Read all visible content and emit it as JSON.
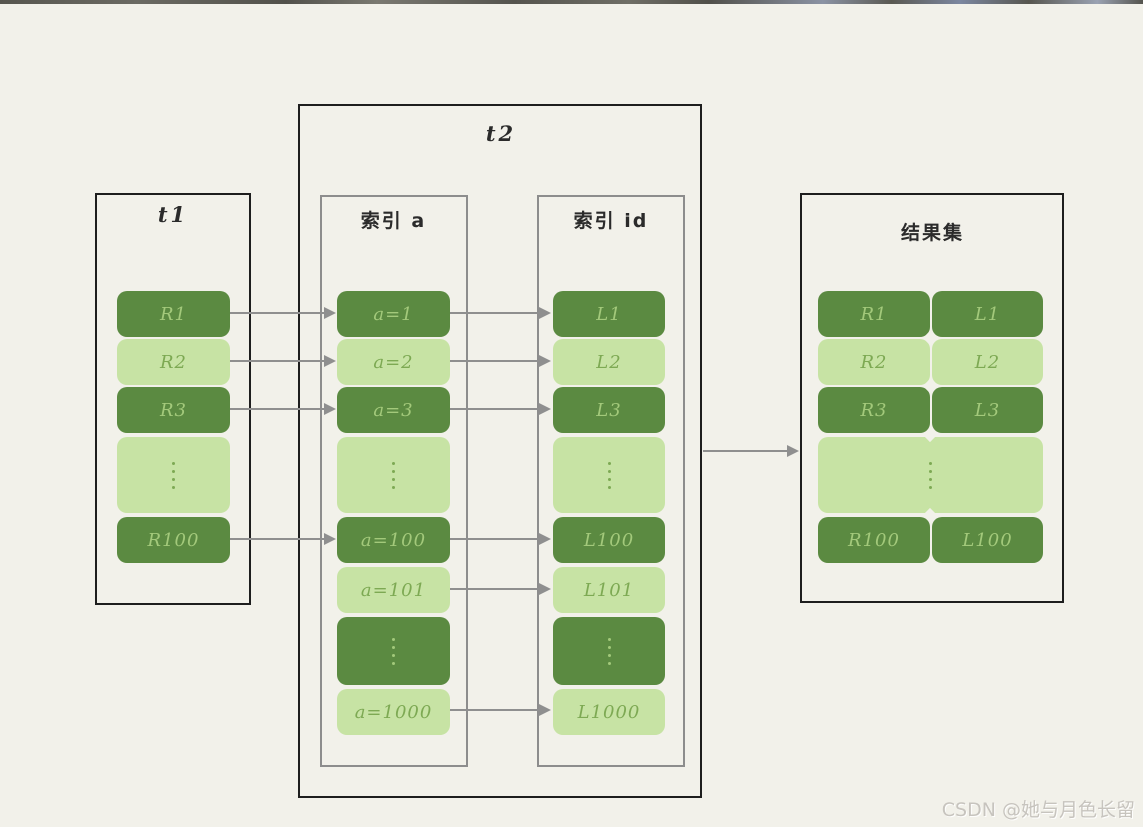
{
  "colors": {
    "page_bg": "#f2f1ea",
    "cell_dark": "#5b8a41",
    "cell_dark_text": "#a3c97b",
    "cell_light": "#c7e3a4",
    "cell_light_text": "#7da953",
    "box_border": "#1e1e1e",
    "subbox_border": "#8d8d8d",
    "arrow": "#8f8f8f",
    "title_text": "#2b2b2b",
    "watermark_text": "#c7c4be"
  },
  "t1": {
    "title": "t1",
    "cells": [
      {
        "label": "R1"
      },
      {
        "label": "R2"
      },
      {
        "label": "R3"
      },
      {
        "dots": true
      },
      {
        "label": "R100"
      }
    ]
  },
  "t2": {
    "title": "t2",
    "index_a": {
      "title": "索引 a",
      "cells": [
        {
          "label": "a=1"
        },
        {
          "label": "a=2"
        },
        {
          "label": "a=3"
        },
        {
          "dots": true
        },
        {
          "label": "a=100"
        },
        {
          "label": "a=101"
        },
        {
          "dots": true
        },
        {
          "label": "a=1000"
        }
      ]
    },
    "index_id": {
      "title": "索引 id",
      "cells": [
        {
          "label": "L1"
        },
        {
          "label": "L2"
        },
        {
          "label": "L3"
        },
        {
          "dots": true
        },
        {
          "label": "L100"
        },
        {
          "label": "L101"
        },
        {
          "dots": true
        },
        {
          "label": "L1000"
        }
      ]
    }
  },
  "result": {
    "title": "结果集",
    "rows": [
      {
        "left": "R1",
        "right": "L1"
      },
      {
        "left": "R2",
        "right": "L2"
      },
      {
        "left": "R3",
        "right": "L3"
      },
      {
        "dots": true
      },
      {
        "left": "R100",
        "right": "L100"
      }
    ]
  },
  "watermark": "CSDN @她与月色长留"
}
